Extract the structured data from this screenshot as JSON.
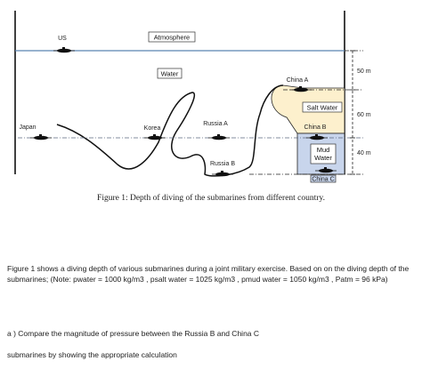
{
  "labels": {
    "us": "US",
    "atmosphere": "Atmosphere",
    "water": "Water",
    "china_a": "China A",
    "salt_water": "Salt Water",
    "china_b": "China B",
    "japan": "Japan",
    "korea": "Korea",
    "russia_a": "Russia A",
    "russia_b": "Russia B",
    "mud_water": "Mud Water",
    "china_c": "China C",
    "depth_50": "50 m",
    "depth_60": "60 m",
    "depth_40": "40 m"
  },
  "colors": {
    "water_line": "#5b84b1",
    "salt_water": "#fdf0cd",
    "mud_water": "#c8d5ec",
    "submarine": "#111111"
  },
  "caption": "Figure 1: Depth of diving of the submarines from different country.",
  "question": {
    "intro": "Figure 1 shows a diving depth of various submarines during a joint military exercise. Based on on the diving depth of the submarines; (Note: pwater = 1000 kg/m3 , psalt water = 1025 kg/m3 , pmud water = 1050 kg/m3 , Patm = 96 kPa)",
    "part_a_line1": "a ) Compare the magnitude of pressure between the Russia B and China C",
    "part_a_line2": "submarines by showing the appropriate calculation"
  }
}
